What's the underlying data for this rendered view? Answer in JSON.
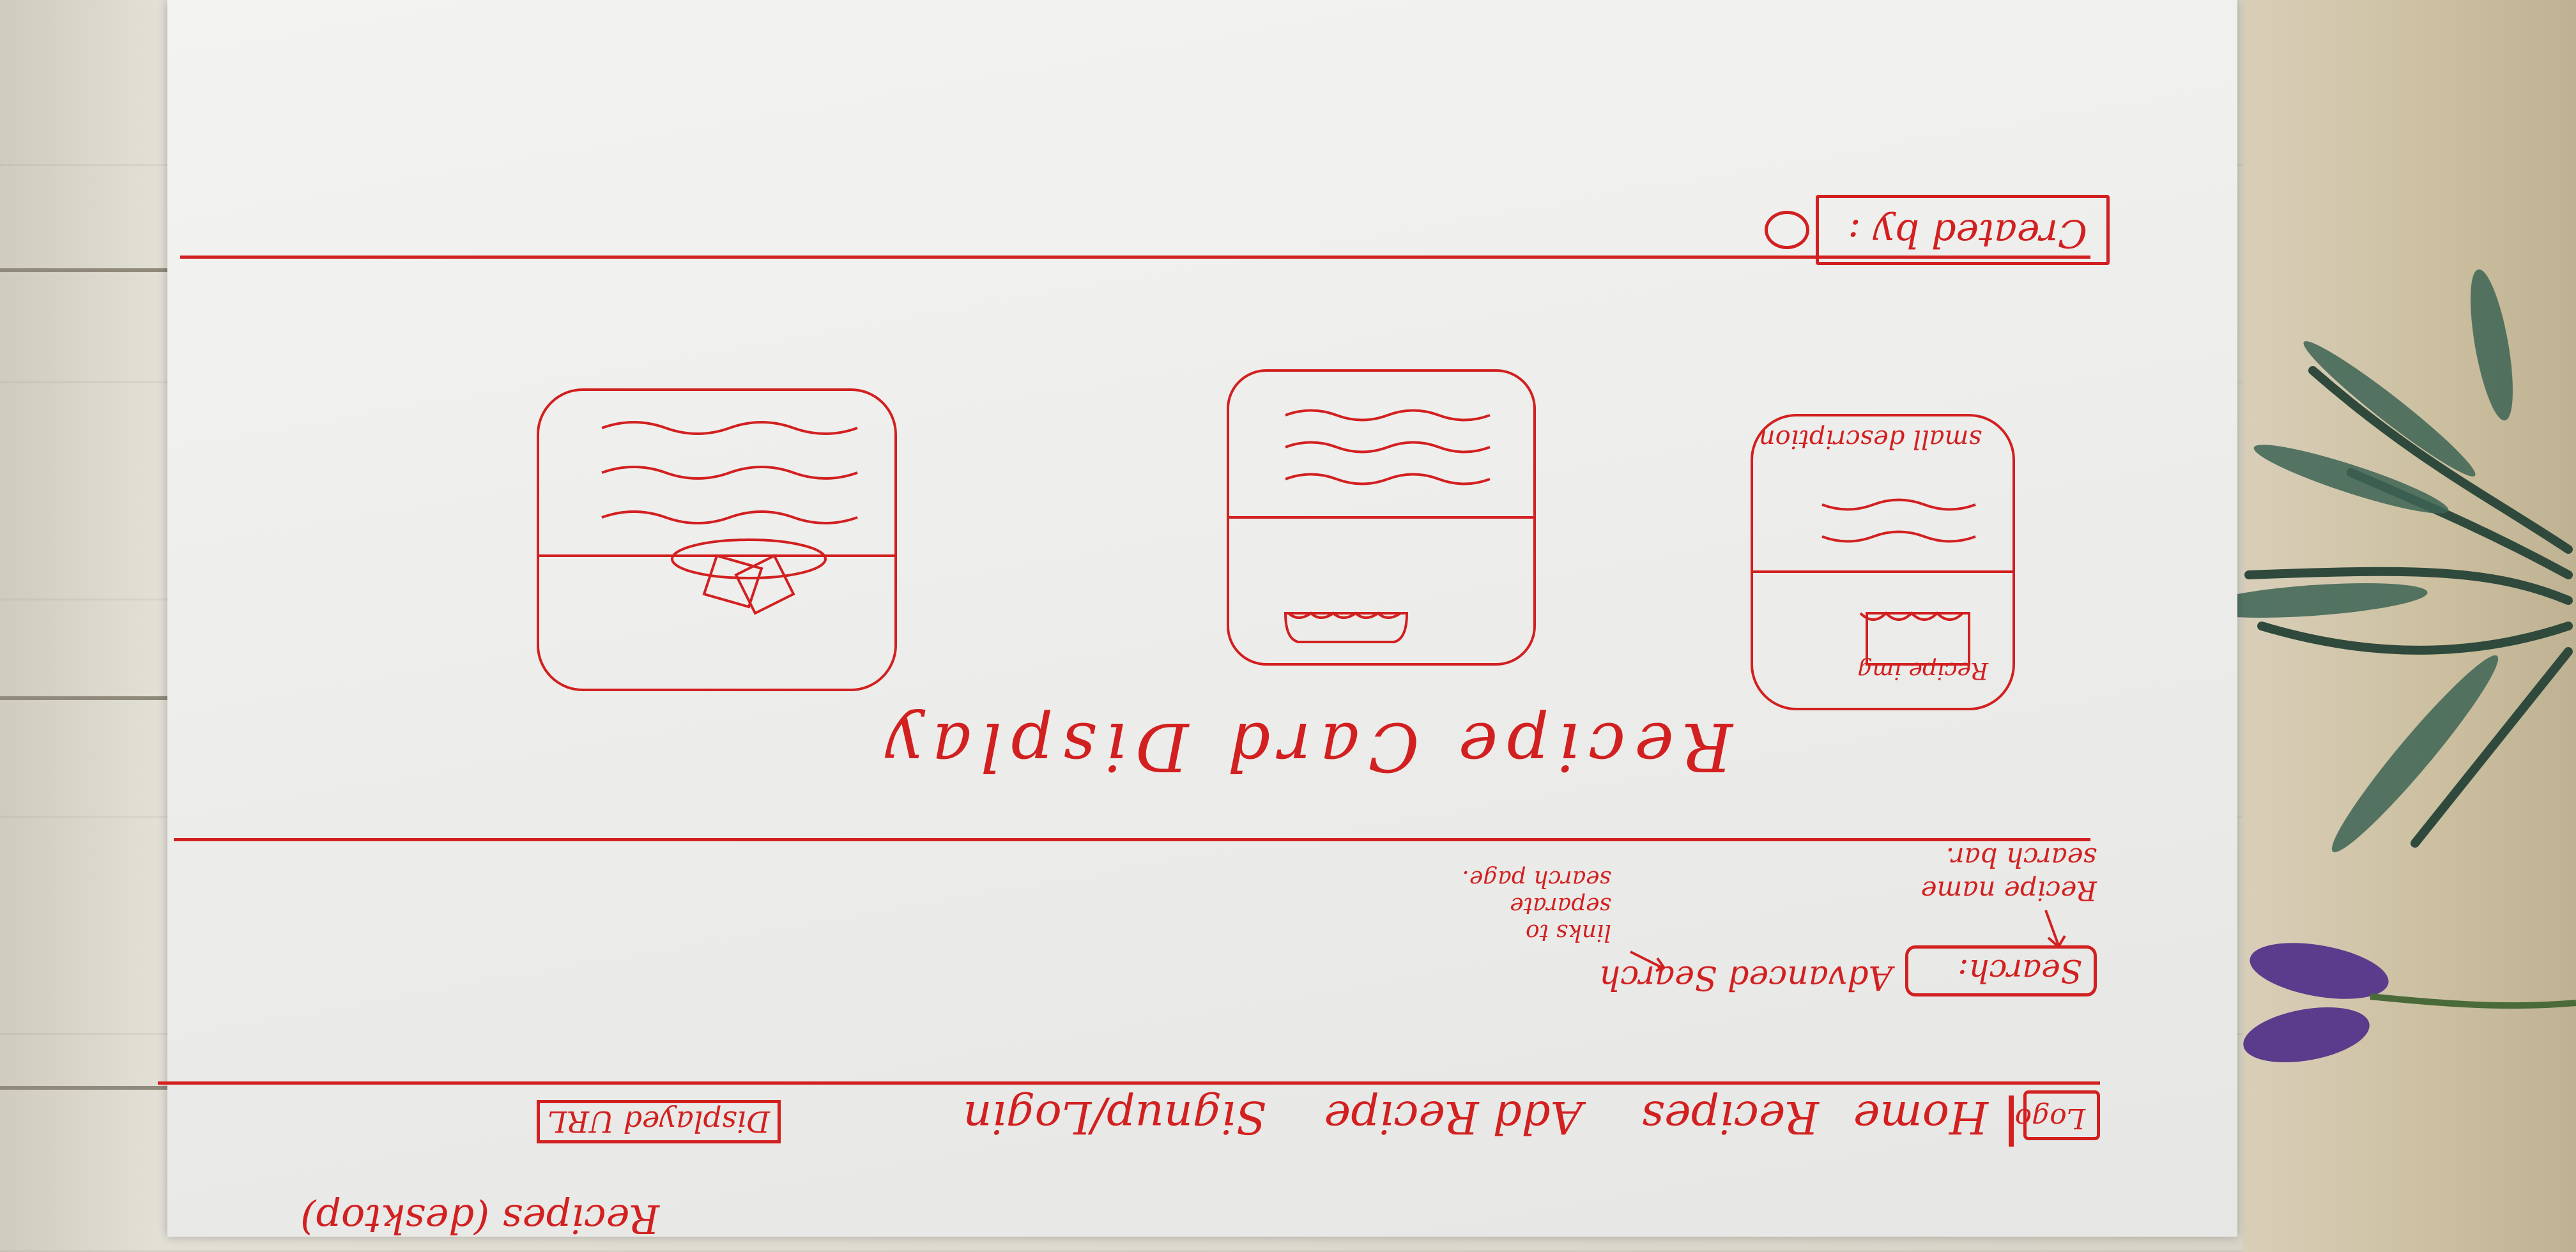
{
  "colors": {
    "ink": "#d22020",
    "paper": "#eeeeec",
    "floor": "#d8d4c8"
  },
  "sketch": {
    "page_title": "Recipes (desktop)",
    "displayed_url": "Displayed URL",
    "nav": {
      "logo": "Logo",
      "items": [
        "Home",
        "Recipes",
        "Add Recipe",
        "Signup/Login"
      ]
    },
    "search": {
      "label": "Search:",
      "hint": "Recipe name\nsearch bar.",
      "advanced": "Advanced Search",
      "advanced_note": "links to\nseparate\nsearch page."
    },
    "cards_heading": "Recipe Card Display",
    "card": {
      "img_label": "Recipe img",
      "desc_label": "small description"
    },
    "footer": {
      "created_by": "Created by :"
    }
  }
}
